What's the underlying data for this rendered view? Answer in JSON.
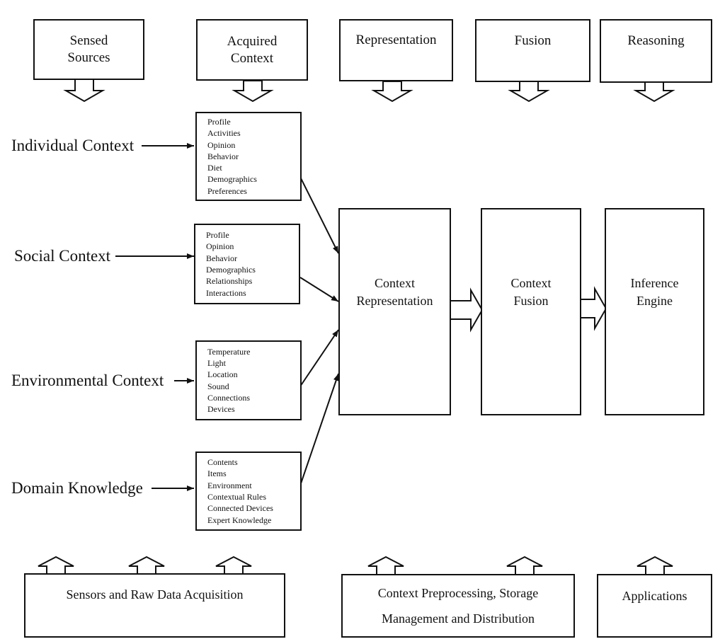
{
  "headers": {
    "sensed_sources": [
      "Sensed",
      "Sources"
    ],
    "acquired_context": [
      "Acquired",
      "Context"
    ],
    "representation": [
      "Representation"
    ],
    "fusion": [
      "Fusion"
    ],
    "reasoning": [
      "Reasoning"
    ]
  },
  "contexts": {
    "individual": {
      "label": "Individual Context",
      "items": [
        "Profile",
        "Activities",
        "Opinion",
        "Behavior",
        "Diet",
        "Demographics",
        "Preferences"
      ]
    },
    "social": {
      "label": "Social Context",
      "items": [
        "Profile",
        "Opinion",
        "Behavior",
        "Demographics",
        "Relationships",
        "Interactions"
      ]
    },
    "environmental": {
      "label": "Environmental Context",
      "items": [
        "Temperature",
        "Light",
        "Location",
        "Sound",
        "Connections",
        "Devices"
      ]
    },
    "domain": {
      "label": "Domain Knowledge",
      "items": [
        "Contents",
        "Items",
        "Environment",
        "Contextual Rules",
        "Connected Devices",
        "Expert Knowledge"
      ]
    }
  },
  "stages": {
    "representation": [
      "Context",
      "Representation"
    ],
    "fusion": [
      "Context",
      "Fusion"
    ],
    "inference": [
      "Inference",
      "Engine"
    ]
  },
  "footers": {
    "sensors": [
      "Sensors and Raw Data Acquisition"
    ],
    "preprocessing": [
      "Context Preprocessing, Storage",
      "Management and Distribution"
    ],
    "applications": [
      "Applications"
    ]
  }
}
